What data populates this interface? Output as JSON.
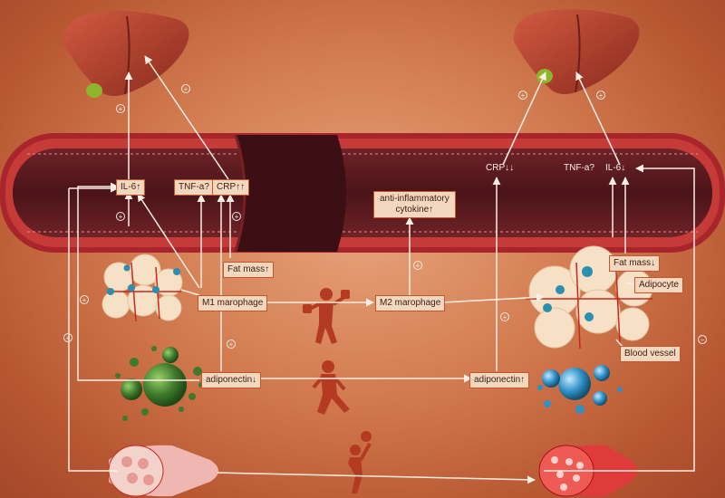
{
  "labels": {
    "il6_left": "IL-6↑",
    "tnf_left": "TNF-a?",
    "crp_left": "CRP↑↑",
    "fat_mass_left": "Fat mass↑",
    "m1": "M1 marophage",
    "adiponectin_left": "adiponectin↓",
    "anti_line1": "anti-inflammatory",
    "anti_line2": "cytokine↑",
    "m2": "M2 marophage",
    "adiponectin_right": "adiponectin↑",
    "crp_right": "CRP↓↓",
    "tnf_right": "TNF-a?",
    "il6_right": "IL-6↓",
    "fat_mass_right": "Fat mass↓",
    "adipocyte": "Adipocyte",
    "blood_vessel": "Blood vessel"
  },
  "signs": {
    "plus": "+",
    "minus": "−"
  },
  "colors": {
    "background": "#c96a40",
    "vessel_inner": "#5a1a1f",
    "vessel_wall": "#a8262b",
    "liver": "#a8392a",
    "gallbladder": "#8db52c",
    "label_fill": "#f3d7bf",
    "label_border": "#c5562b",
    "arrow": "#fbeee3",
    "figure": "#b53a22",
    "m1_green": "#3e7a2c",
    "m2_blue": "#2f8fc6",
    "muscle": "#e03b3b"
  },
  "icons": [
    "liver-icon",
    "adipose-tissue-icon",
    "exercising-person-icon",
    "muscle-bundle-icon",
    "macrophage-cluster-icon"
  ]
}
